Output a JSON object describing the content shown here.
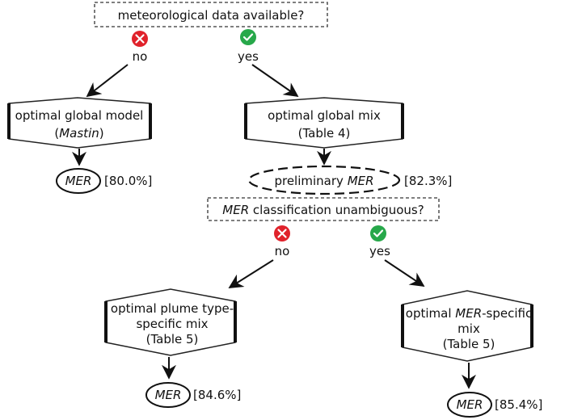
{
  "q1": {
    "text": "meteorological data available?"
  },
  "branch1": {
    "no": "no",
    "yes": "yes"
  },
  "global_model": {
    "line1": "optimal global model",
    "line2_open": "(",
    "line2_italic": "Mastin",
    "line2_close": ")"
  },
  "global_mix": {
    "line1": "optimal global mix",
    "line2": "(Table 4)"
  },
  "mer_left": {
    "label": "MER",
    "score": "[80.0%]"
  },
  "prelim": {
    "text_plain": "preliminary ",
    "text_italic": "MER",
    "score": "[82.3%]"
  },
  "q2": {
    "text_italic": "MER",
    "text_plain": " classification unambiguous?"
  },
  "branch2": {
    "no": "no",
    "yes": "yes"
  },
  "plume_mix": {
    "line1": "optimal plume type-",
    "line2": "specific mix",
    "line3": "(Table 5)"
  },
  "mer_specific_mix": {
    "line1_plain": "optimal ",
    "line1_italic": "MER",
    "line1_tail": "-specific",
    "line2": "mix",
    "line3": "(Table 5)"
  },
  "mer_bottom_left": {
    "label": "MER",
    "score": "[84.6%]"
  },
  "mer_bottom_right": {
    "label": "MER",
    "score": "[85.4%]"
  },
  "colors": {
    "no": "#e0222b",
    "yes": "#27a84a"
  },
  "icons": {
    "no": "x-circle-icon",
    "yes": "check-circle-icon"
  }
}
